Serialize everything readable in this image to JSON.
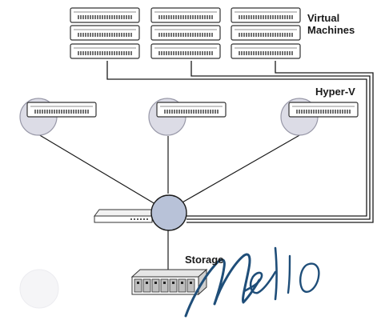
{
  "labels": {
    "virtual_machines": [
      "Virtual",
      "Machines"
    ],
    "hyper_v": "Hyper-V",
    "storage": "Storage"
  },
  "logo": {
    "text": "Melio",
    "color": "#1f4e79"
  },
  "colors": {
    "line": "#1a1a1a",
    "hub_fill": "#b8c2d8",
    "host_circle_fill": "#dcdce6",
    "host_circle_stroke": "#9898a8",
    "server_body": "#ffffff",
    "server_stroke": "#333333",
    "faint_circle": "#f4f4f6"
  },
  "icons": {
    "vm": "rack-server-icon",
    "host": "rack-server-icon",
    "switch": "network-switch-icon",
    "hub": "network-hub-icon",
    "storage": "storage-array-icon"
  }
}
